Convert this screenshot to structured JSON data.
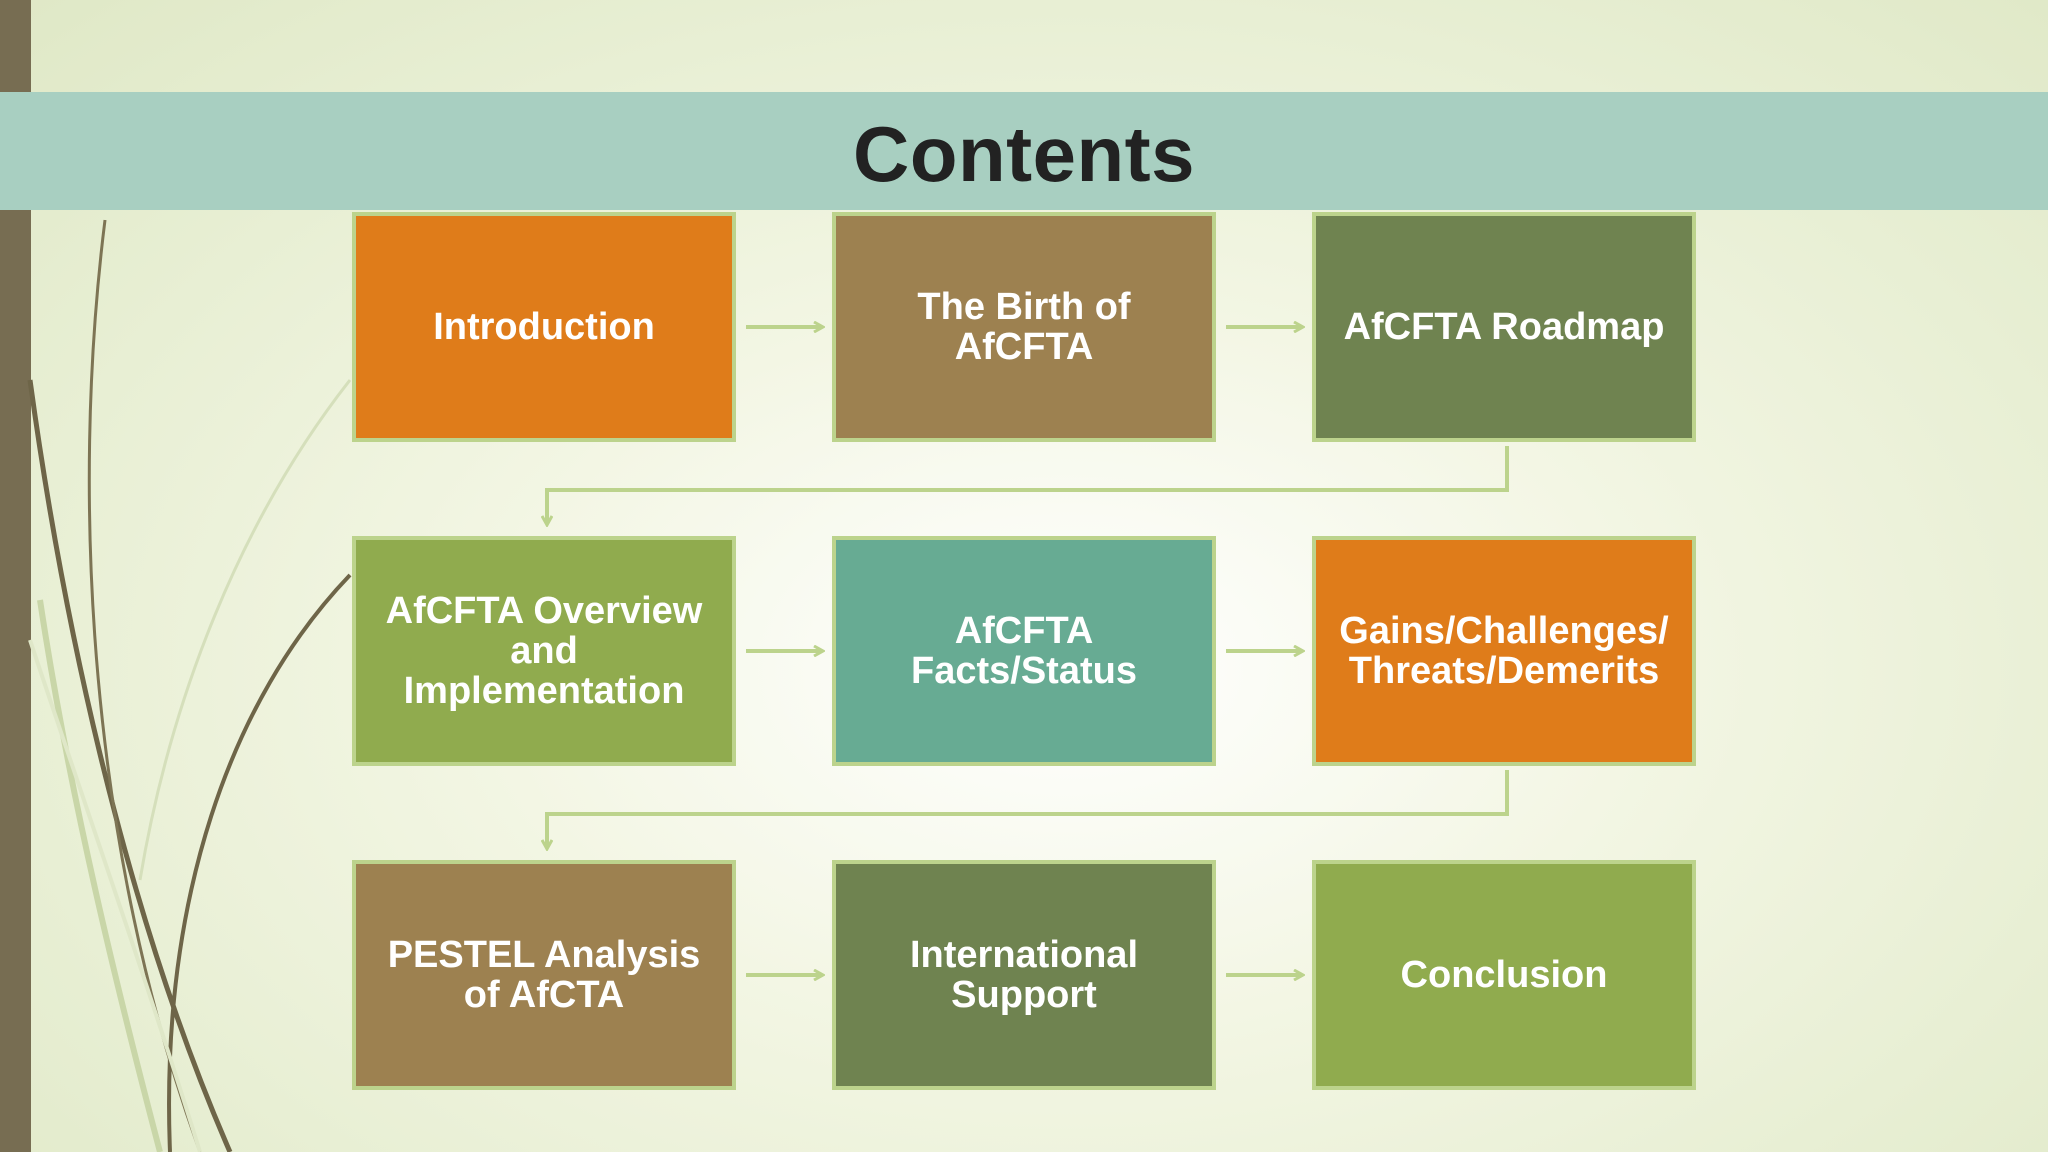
{
  "title": "Contents",
  "items": [
    {
      "label": "Introduction",
      "color": "#df7c1a"
    },
    {
      "label": "The Birth of AfCFTA",
      "color": "#9d8150"
    },
    {
      "label": "AfCFTA Roadmap",
      "color": "#6f8350"
    },
    {
      "label": "AfCFTA Overview and Implementation",
      "color": "#90ab4e"
    },
    {
      "label": "AfCFTA Facts/Status",
      "color": "#67ab93"
    },
    {
      "label": "Gains/Challenges/ Threats/Demerits",
      "color": "#df7c1a"
    },
    {
      "label": "PESTEL Analysis of AfCTA",
      "color": "#9d8150"
    },
    {
      "label": "International Support",
      "color": "#6f8350"
    },
    {
      "label": "Conclusion",
      "color": "#90ab4e"
    }
  ],
  "colors": {
    "title_band": "#a8cfc1",
    "left_bar": "#776d52",
    "connector": "#bcd38c"
  }
}
